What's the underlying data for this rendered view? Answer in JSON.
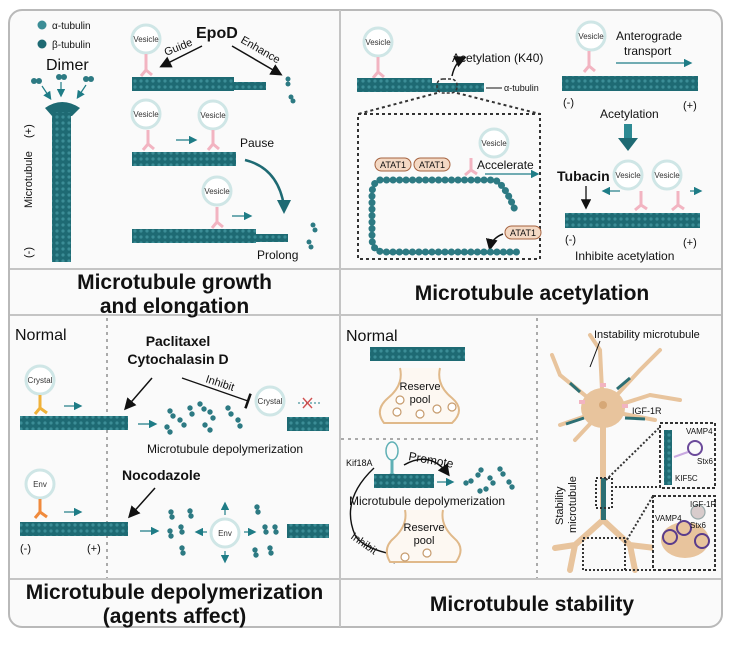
{
  "colors": {
    "tubule": "#1e6a73",
    "tubule_light": "#3b8d96",
    "vesicle_border": "#cfe6e6",
    "motor_pink": "#f2b4c1",
    "crystal_motor": "#f0b23a",
    "env_motor": "#f08a3c",
    "neuron": "#e8c49d",
    "atat_fill": "#f4d9c4",
    "atat_border": "#a5623f",
    "arrow_teal": "#1e7c86",
    "frame_border": "#b9b9b9"
  },
  "panels": {
    "growth": {
      "title_line1": "Microtubule growth",
      "title_line2": "and elongation",
      "legend": [
        {
          "icon": "alpha-tubulin-dot",
          "label": "α-tubulin"
        },
        {
          "icon": "beta-tubulin-dot",
          "label": "β-tubulin"
        }
      ],
      "dimer_label": "Dimer",
      "microtubule_label": "Microtubule",
      "plus_end": "(+)",
      "minus_end": "(-)",
      "epod_label": "EpoD",
      "guide_label": "Guide",
      "enhance_label": "Enhance",
      "vesicle_label": "Vesicle",
      "pause_label": "Pause",
      "prolong_label": "Prolong"
    },
    "acetylation": {
      "title": "Microtubule acetylation",
      "vesicle_label": "Vesicle",
      "acetylation_k40_label": "Acetylation (K40)",
      "alpha_tubulin_label": "α-tubulin",
      "atat1_label": "ATAT1",
      "accelerate_label": "Accelerate",
      "anterograde_label_line1": "Anterograde",
      "anterograde_label_line2": "transport",
      "minus_end": "(-)",
      "plus_end": "(+)",
      "acetylation_label": "Acetylation",
      "tubacin_label": "Tubacin",
      "inhibite_label": "Inhibite acetylation"
    },
    "depolymerization": {
      "title_line1": "Microtubule depolymerization",
      "title_line2": "(agents affect)",
      "normal_label": "Normal",
      "paclitaxel_label": "Paclitaxel",
      "cytochalasin_label": "Cytochalasin D",
      "inhibit_label": "Inhibit",
      "crystal_label": "Crystal",
      "depoly_label": "Microtubule depolymerization",
      "nocodazole_label": "Nocodazole",
      "env_label": "Env",
      "minus_end": "(-)",
      "plus_end": "(+)"
    },
    "stability": {
      "title": "Microtubule stability",
      "normal_label": "Normal",
      "reserve_line1": "Reserve",
      "reserve_line2": "pool",
      "kif18a_label": "Kif18A",
      "promote_label": "Promote",
      "depoly_label": "Microtubule depolymerization",
      "inhibit_label": "Inhibit",
      "instability_label": "Instability microtubule",
      "igf1r_label": "IGF-1R",
      "vamp4_label": "VAMP4",
      "stx6_label": "Stx6",
      "kif5c_label": "KIF5C",
      "stability_line1": "Stability",
      "stability_line2": "microtubule"
    }
  }
}
